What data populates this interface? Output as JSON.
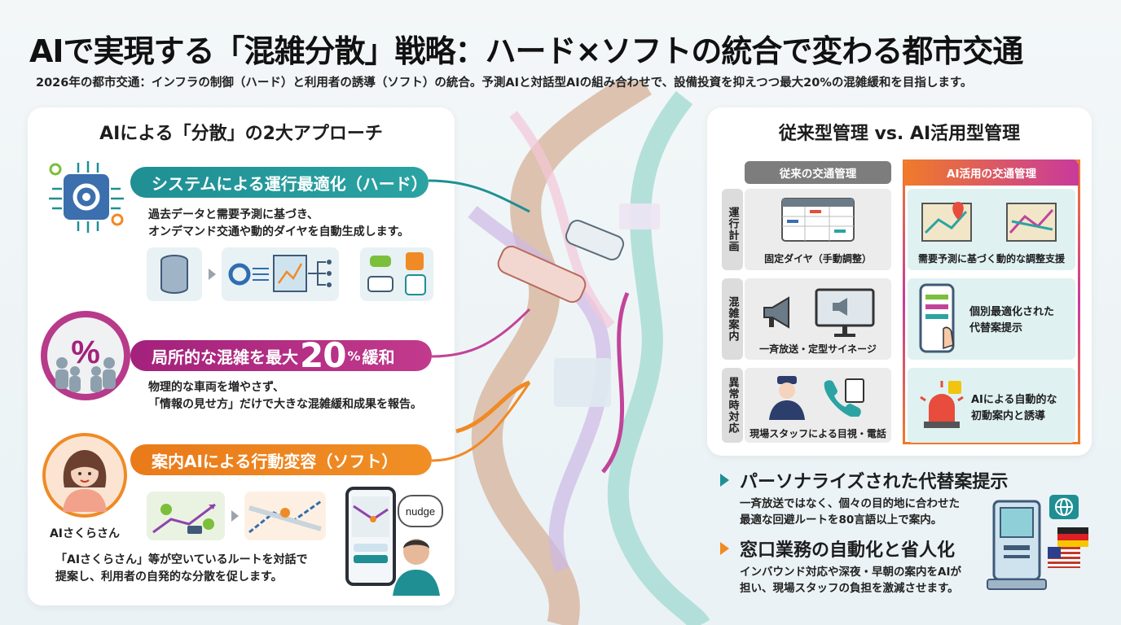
{
  "header": {
    "title": "AIで実現する「混雑分散」戦略：ハード×ソフトの統合で変わる都市交通",
    "subtitle": "2026年の都市交通：インフラの制御（ハード）と利用者の誘導（ソフト）の統合。予測AIと対話型AIの組み合わせで、設備投資を抑えつつ最大20%の混雑緩和を目指します。"
  },
  "left_panel": {
    "title": "AIによる「分散」の2大アプローチ",
    "approach_hard": {
      "banner": "システムによる運行最適化（ハード）",
      "desc_line1": "過去データと需要予測に基づき、",
      "desc_line2": "オンデマンド交通や動的ダイヤを自動生成します。"
    },
    "relief": {
      "banner_prefix": "局所的な混雑を最大",
      "banner_number": "20",
      "banner_unit": "%",
      "banner_suffix": "緩和",
      "desc_line1": "物理的な車両を増やさず、",
      "desc_line2": "「情報の見せ方」だけで大きな混雑緩和成果を報告。"
    },
    "approach_soft": {
      "banner": "案内AIによる行動変容（ソフト）",
      "avatar_name": "AIさくらさん",
      "bubble": "nudge",
      "desc_line1": "「AIさくらさん」等が空いているルートを対話で",
      "desc_line2": "提案し、利用者の自発的な分散を促します。"
    }
  },
  "right_panel": {
    "title": "従来型管理 vs. AI活用型管理",
    "col_old": "従来の交通管理",
    "col_ai": "AI活用の交通管理",
    "rows": [
      {
        "label": "運行計画",
        "old": "固定ダイヤ（手動調整）",
        "ai": "需要予測に基づく動的な調整支援"
      },
      {
        "label": "混雑案内",
        "old": "一斉放送・定型サイネージ",
        "ai_line1": "個別最適化された",
        "ai_line2": "代替案提示"
      },
      {
        "label": "異常時対応",
        "old": "現場スタッフによる目視・電話",
        "ai_line1": "AIによる自動的な",
        "ai_line2": "初動案内と誘導"
      }
    ]
  },
  "features": [
    {
      "heading": "パーソナライズされた代替案提示",
      "line1": "一斉放送ではなく、個々の目的地に合わせた",
      "line2": "最適な回避ルートを80言語以上で案内。"
    },
    {
      "heading": "窓口業務の自動化と省人化",
      "line1": "インバウンド対応や深夜・早朝の案内をAIが",
      "line2": "担い、現場スタッフの負担を激減させます。"
    }
  ],
  "colors": {
    "teal": "#1f8f94",
    "magenta": "#a3217c",
    "orange": "#ea7a1a",
    "gray": "#7d7d7d",
    "ai_gradient_start": "#f07a2a",
    "ai_gradient_end": "#c83a9c"
  },
  "icons": [
    "gear-chip-icon",
    "database-icon",
    "process-icon",
    "vehicles-icon",
    "crowd-percent-icon",
    "avatar-icon",
    "map-icon",
    "phone-map-icon",
    "person-icon",
    "timetable-icon",
    "megaphone-icon",
    "signage-icon",
    "staff-icon",
    "phone-icon",
    "map-pin-icon",
    "smartphone-tap-icon",
    "alarm-light-icon",
    "kiosk-icon",
    "globe-icon",
    "flag-de-icon",
    "flag-us-icon",
    "train-icon"
  ]
}
